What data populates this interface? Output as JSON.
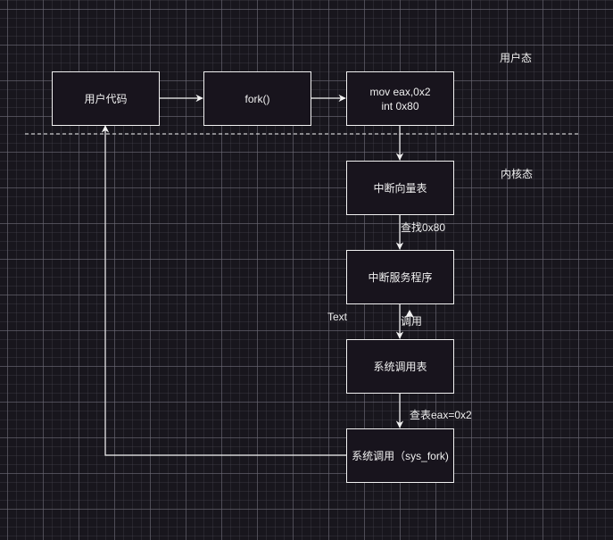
{
  "diagram": {
    "nodes": {
      "user_code": "用户代码",
      "fork": "fork()",
      "mov_int": "mov eax,0x2\nint 0x80",
      "ivt": "中断向量表",
      "isr": "中断服务程序",
      "syscall_table": "系统调用表",
      "sys_fork": "系统调用（sys_fork)"
    },
    "edge_labels": {
      "lookup_0x80": "查找0x80",
      "call": "调用",
      "lookup_eax": "查表eax=0x2"
    },
    "region_labels": {
      "user_mode": "用户态",
      "kernel_mode": "内核态"
    },
    "stray_text": "Text"
  }
}
